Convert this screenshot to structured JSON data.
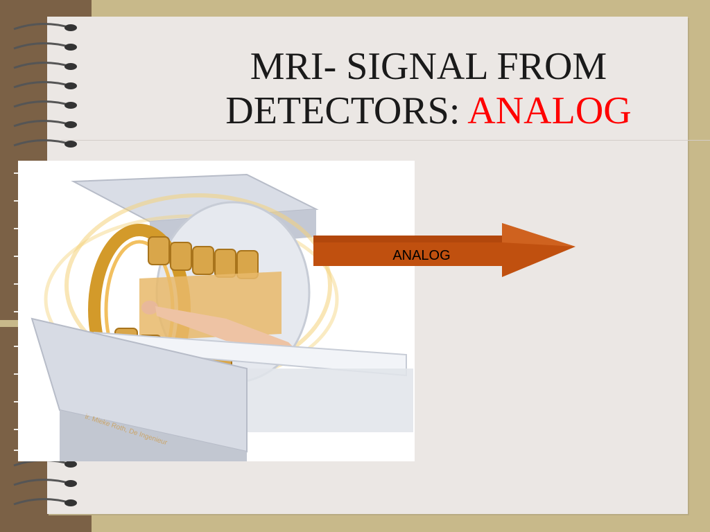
{
  "slide": {
    "title_line1": "MRI- SIGNAL FROM",
    "title_line2_prefix": "DETECTORS: ",
    "title_line2_accent": "ANALOG",
    "arrow_label": "ANALOG",
    "image_credit": "ir. Mieke Roth, De Ingenieur"
  },
  "colors": {
    "title_accent": "#ff0000",
    "arrow_fill": "#c0500f",
    "background": "#ebe7e4",
    "frame": "#c8b98a"
  },
  "icons": {
    "binding": "spiral-binding-icon",
    "arrow": "right-arrow-icon",
    "illustration": "mri-scanner-illustration"
  }
}
